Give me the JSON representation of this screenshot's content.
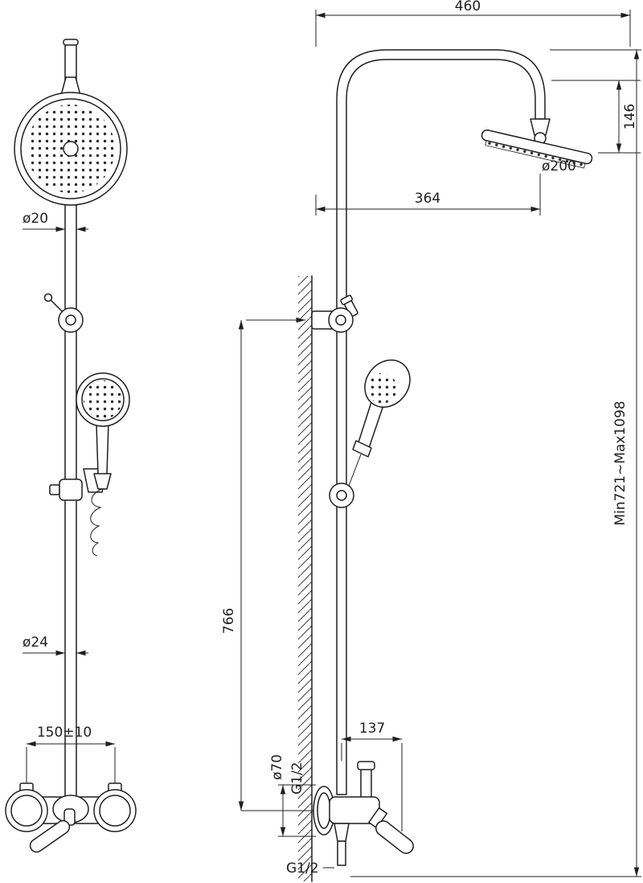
{
  "meta": {
    "drawing_type": "technical dimension drawing",
    "subject": "shower column with overhead shower, hand shower and wall mixer",
    "views": {
      "left": "front view",
      "right": "side view"
    },
    "line_color": "#1f1f1f",
    "background_color": "#ffffff"
  },
  "dimensions": {
    "arm_reach_total": "460",
    "head_drop": "146",
    "overhead_diameter": "ø200",
    "head_center_reach": "364",
    "upper_pipe_diameter": "ø20",
    "height_range": "Min721~Max1098",
    "bracket_to_mixer_height": "766",
    "lower_pipe_diameter": "ø24",
    "mixer_center_distance": "150±10",
    "mixer_reach": "137",
    "escutcheon_diameter": "ø70",
    "inlet_thread": "G1/2",
    "outlet_thread": "G1/2"
  }
}
